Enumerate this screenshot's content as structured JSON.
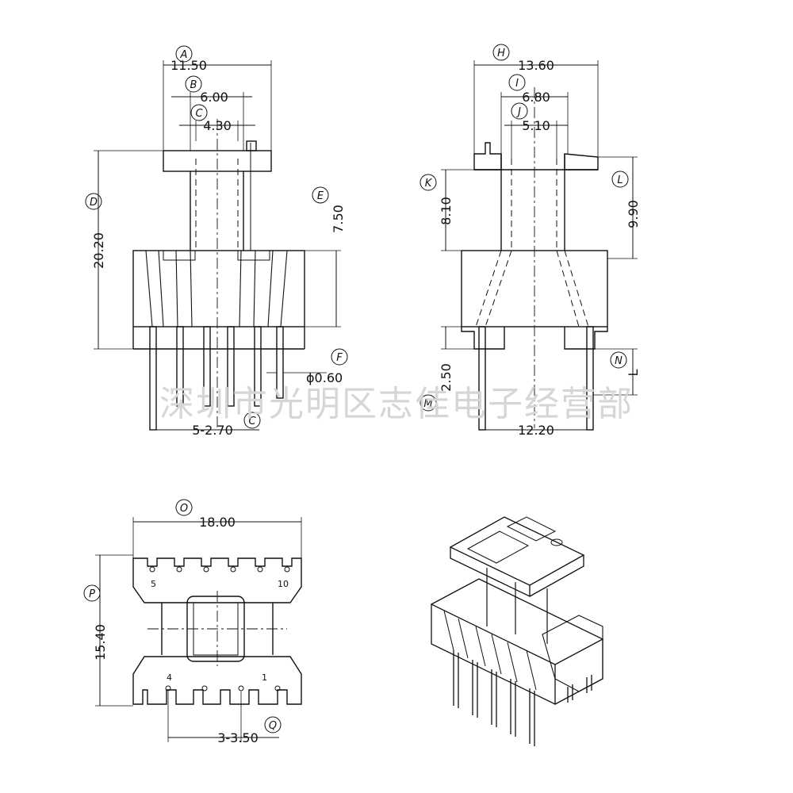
{
  "front_view": {
    "dims": {
      "A": "11.50",
      "B": "6.00",
      "C": "4.30",
      "D": "20.20",
      "E": "7.50",
      "F": "ϕ0.60",
      "pitch": "5-2.70"
    },
    "circles": {
      "A": "A",
      "B": "B",
      "C": "C",
      "D": "D",
      "E": "E",
      "F": "F",
      "C2": "C"
    }
  },
  "side_view": {
    "dims": {
      "H": "13.60",
      "I": "6.80",
      "J": "5.10",
      "K": "8.10",
      "L": "9.90",
      "N": "L",
      "M": "2.50",
      "width": "12.20"
    },
    "circles": {
      "H": "H",
      "I": "I",
      "J": "J",
      "K": "K",
      "L": "L",
      "N": "N",
      "M": "M"
    }
  },
  "bottom_view": {
    "dims": {
      "O": "18.00",
      "P": "15.40",
      "Q": "3-3.50"
    },
    "circles": {
      "O": "O",
      "P": "P",
      "Q": "Q"
    },
    "pin_numbers": {
      "p5": "5",
      "p10": "10",
      "p4": "4",
      "p1": "1"
    }
  },
  "watermark": "深圳市光明区志佳电子经营部"
}
